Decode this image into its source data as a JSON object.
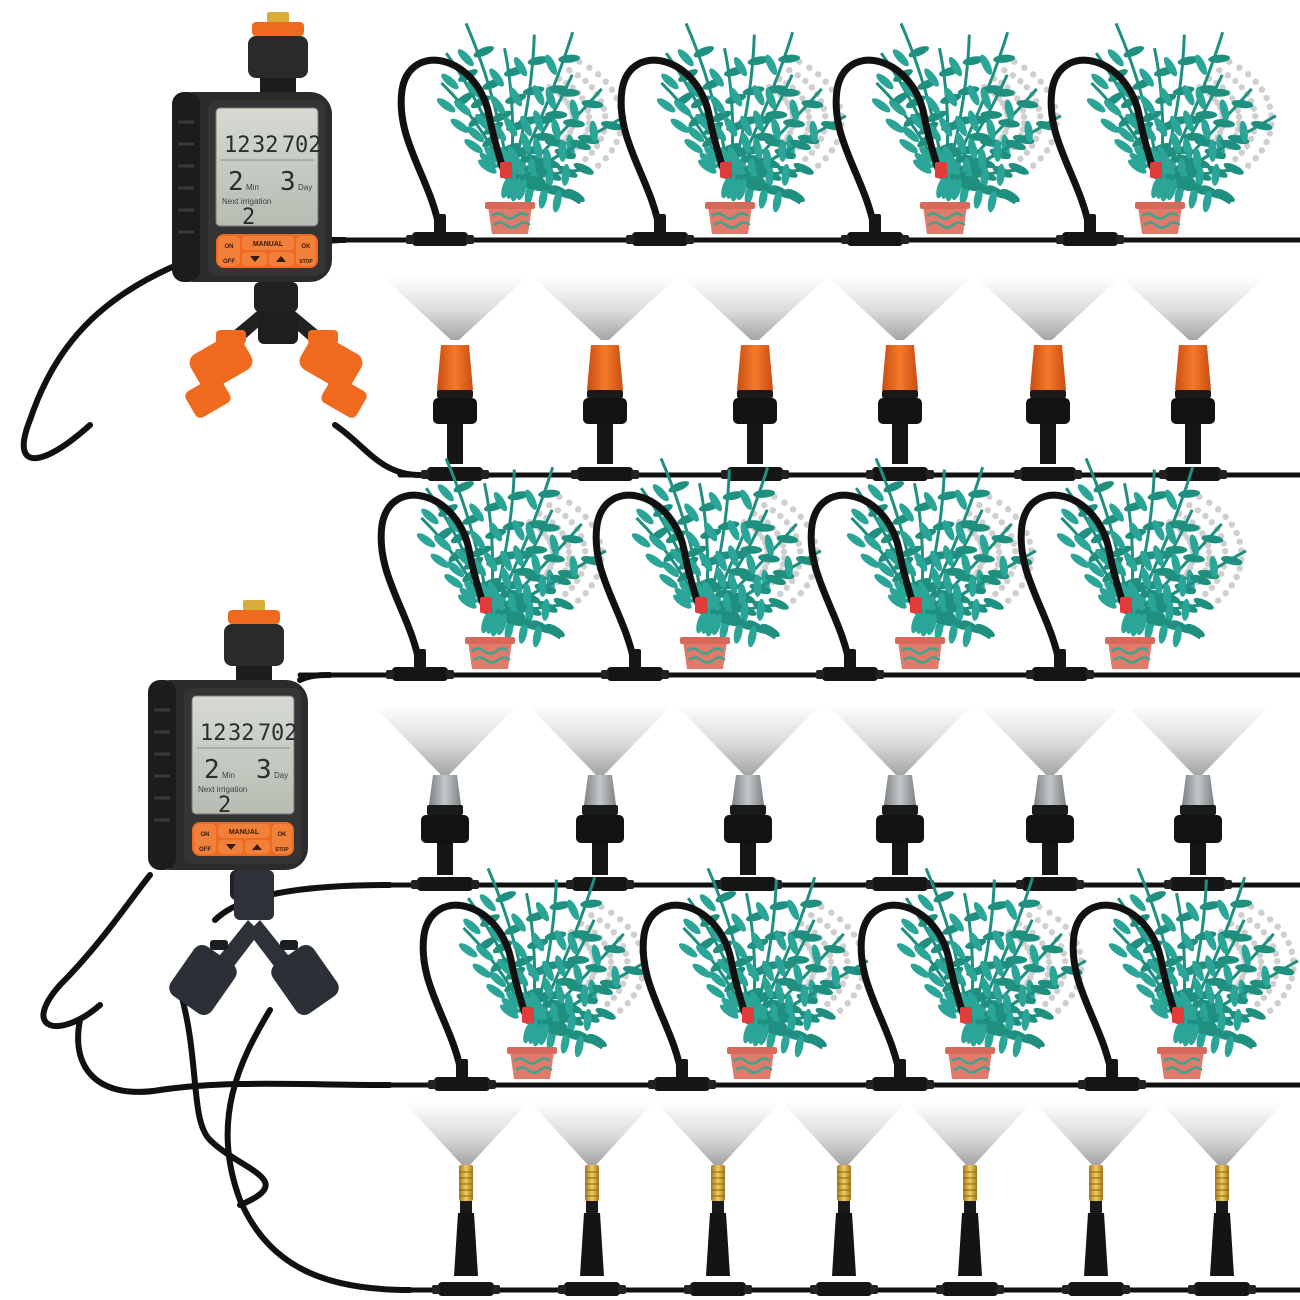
{
  "palette": {
    "tube": "#111111",
    "timer_body": "#2b2b2b",
    "lcd_bg": "#c9cdc5",
    "orange": "#ef6a1f",
    "plant_leaf": "#1f8f80",
    "pot": "#e07a6a",
    "pot_stripe": "#3da58f",
    "mist": "#cfcfcf",
    "grey_nozzle": "#9ea3a6",
    "brass": "#d9ad3a"
  },
  "timers": [
    {
      "clock_hour": "12",
      "clock_min": "32",
      "start_hour": "7",
      "start_min": "02",
      "duration_value": "2",
      "duration_unit": "Min",
      "interval_value": "3",
      "interval_unit": "Day",
      "next_label": "Next irrigation",
      "next_value": "2",
      "btn_left_top": "ON",
      "btn_left_bottom": "OFF",
      "btn_center": "MANUAL",
      "btn_right_top": "OK",
      "btn_right_bottom": "STOP"
    },
    {
      "clock_hour": "12",
      "clock_min": "32",
      "start_hour": "7",
      "start_min": "02",
      "duration_value": "2",
      "duration_unit": "Min",
      "interval_value": "3",
      "interval_unit": "Day",
      "next_label": "Next irrigation",
      "next_value": "2",
      "btn_left_top": "ON",
      "btn_left_bottom": "OFF",
      "btn_center": "MANUAL",
      "btn_right_top": "OK",
      "btn_right_bottom": "STOP"
    }
  ],
  "rows": [
    {
      "type": "drip-plant",
      "count": 4
    },
    {
      "type": "orange-mist-nozzle",
      "count": 6
    },
    {
      "type": "drip-plant",
      "count": 4
    },
    {
      "type": "grey-mist-nozzle",
      "count": 6
    },
    {
      "type": "drip-plant",
      "count": 4
    },
    {
      "type": "brass-mist-nozzle",
      "count": 7
    }
  ]
}
